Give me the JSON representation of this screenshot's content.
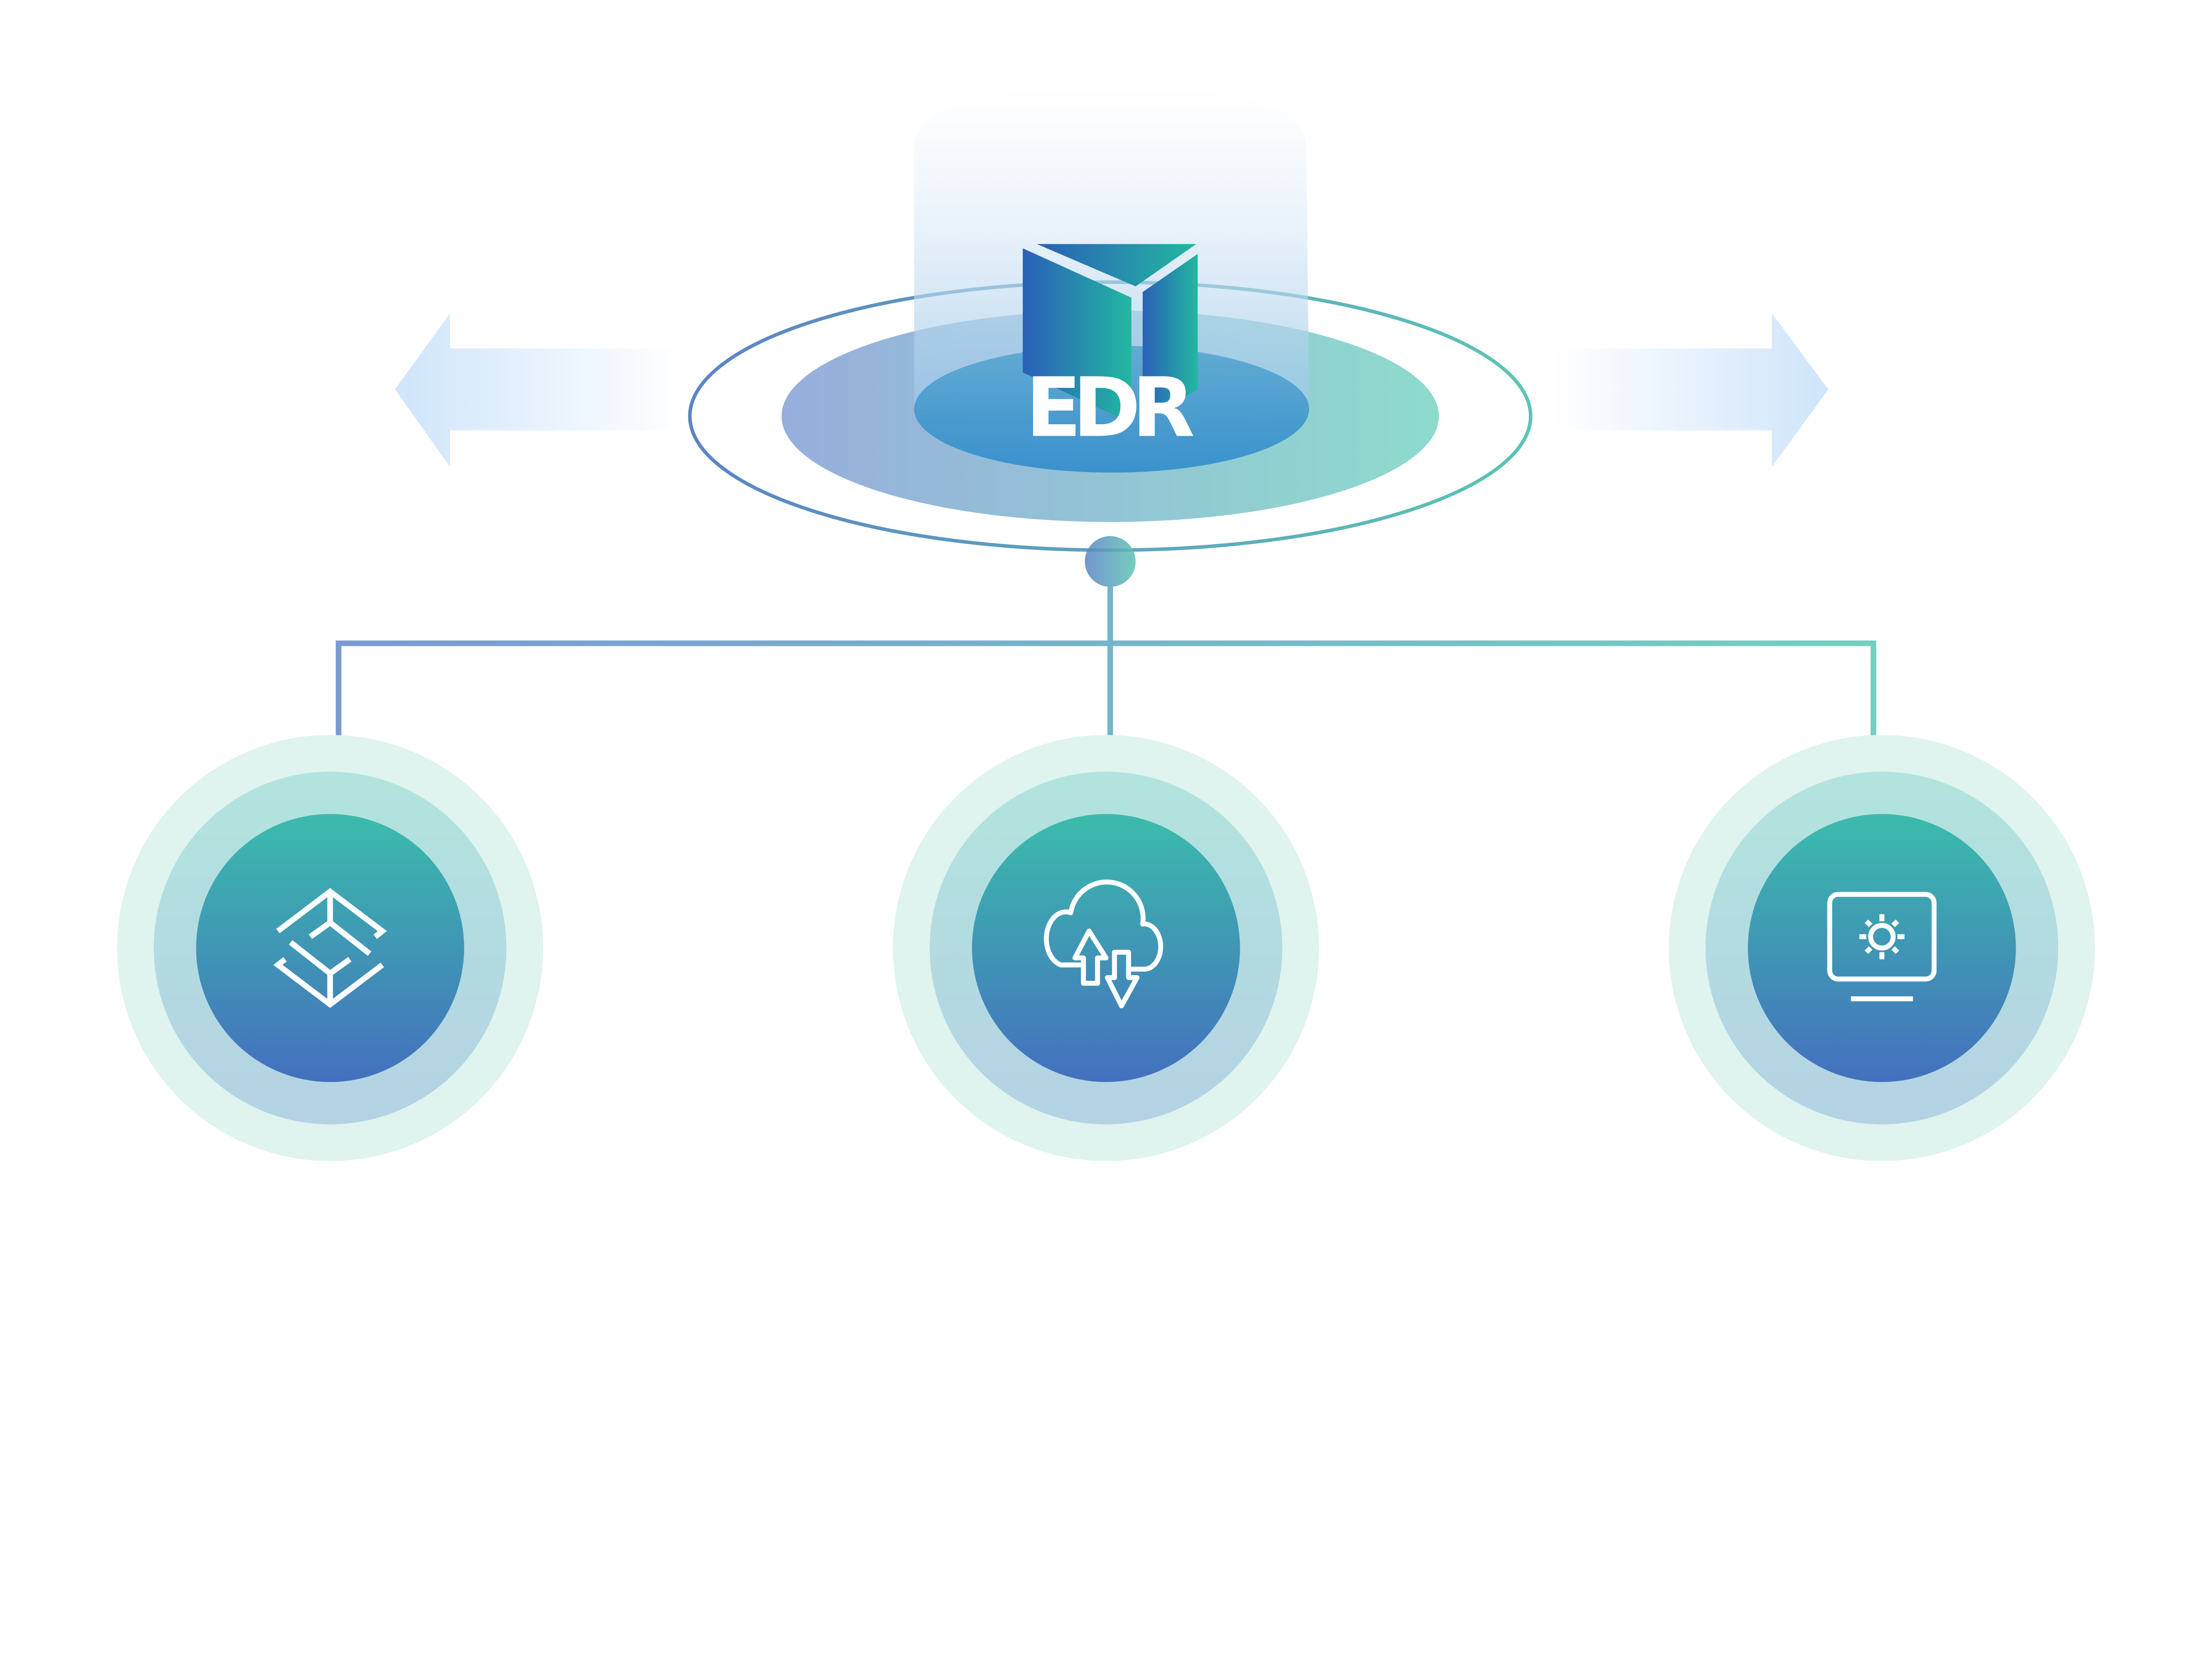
{
  "center": {
    "label": "EDR",
    "icon": "edr-book-logo"
  },
  "arrows": {
    "left": "arrow-left",
    "right": "arrow-right"
  },
  "nodes": [
    {
      "icon": "sync-diamond-icon"
    },
    {
      "icon": "cloud-upload-download-icon"
    },
    {
      "icon": "monitor-gear-icon"
    }
  ],
  "colors": {
    "blue": "#2a5fb8",
    "teal": "#22b8a0",
    "ring_outer": "#dff3ef",
    "ring_mid": "#b2e0dc",
    "arrow": "#d3e8fb"
  }
}
